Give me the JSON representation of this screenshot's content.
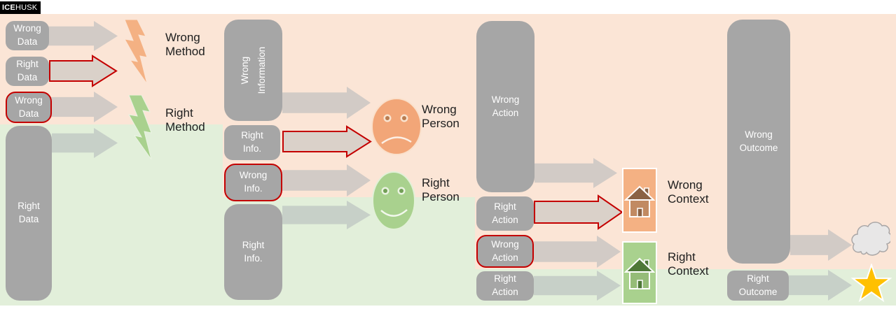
{
  "logo": {
    "ice": "ICE",
    "husk": "HUSK"
  },
  "palette": {
    "peach_band": "#fbe5d6",
    "green_band": "#e2efda",
    "box_gray": "#a6a6a6",
    "arrow_gray": "#b1b7ba",
    "error_red": "#c40000",
    "wrong_orange": "#f4b183",
    "right_green": "#a9d18e",
    "roof_brown": "#8a6244",
    "house_body_brown": "#c18a62",
    "roof_dark_green": "#4e7837",
    "house_body_green": "#95bc78",
    "star_gold": "#ffc000",
    "cloud_gray": "#e8e7e7"
  },
  "stages": {
    "data": {
      "wrong1": "Wrong\nData",
      "right1": "Right\nData",
      "wrong2": "Wrong\nData",
      "right_tall": "Right\nData"
    },
    "method": {
      "wrong": "Wrong\nMethod",
      "right": "Right\nMethod"
    },
    "information": {
      "wrong_tall": "Wrong\nInformation",
      "right1": "Right\nInfo.",
      "wrong2": "Wrong\nInfo.",
      "right_tall": "Right\nInfo."
    },
    "person": {
      "wrong": "Wrong\nPerson",
      "right": "Right\nPerson"
    },
    "action": {
      "wrong_tall": "Wrong\nAction",
      "right1": "Right\nAction",
      "wrong2": "Wrong\nAction",
      "right2": "Right\nAction"
    },
    "context": {
      "wrong": "Wrong\nContext",
      "right": "Right\nContext"
    },
    "outcome": {
      "wrong_tall": "Wrong\nOutcome",
      "right": "Right\nOutcome"
    }
  },
  "icons": {
    "wrong_method": "lightning-bolt",
    "right_method": "lightning-bolt",
    "wrong_person": "sad-face",
    "right_person": "smiley-face",
    "wrong_context": "house",
    "right_context": "house",
    "wrong_outcome": "cloud",
    "right_outcome": "star"
  }
}
